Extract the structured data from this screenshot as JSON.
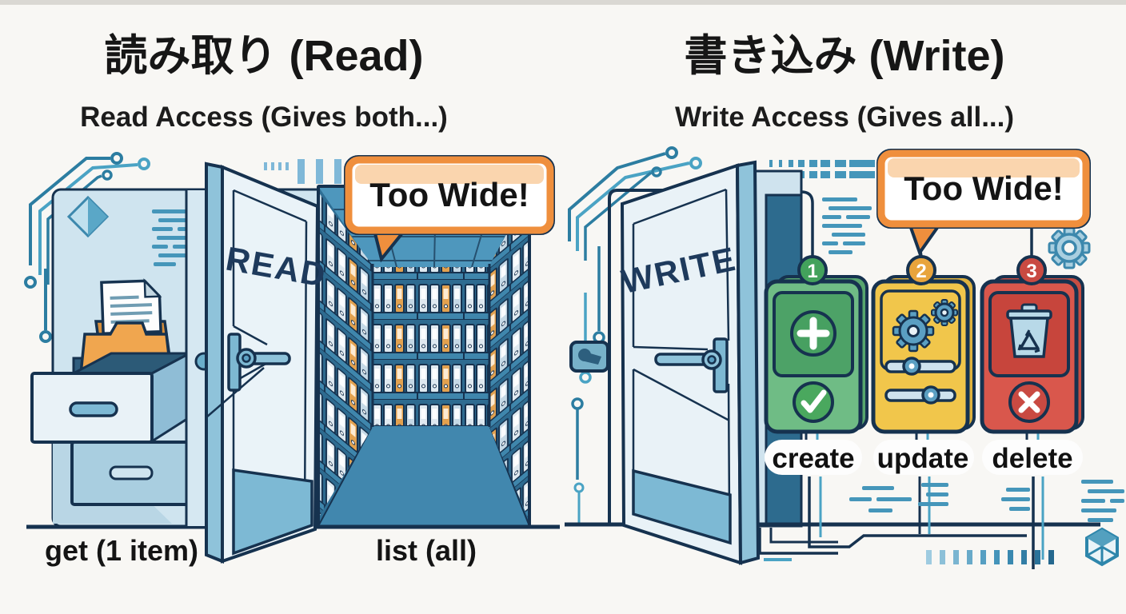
{
  "colors": {
    "background": "#f8f7f4",
    "outline_navy": "#16324f",
    "accent_orange": "#ef8f3d",
    "bubble_tint": "#f6b26b",
    "panel_blue": "#cfe4ef",
    "door_face": "#e9f2f7",
    "door_edge_teal": "#8fc3da",
    "room_blue": "#2f6f95",
    "circuit_teal": "#2c7da1",
    "dash_teal": "#4596ba",
    "folder_orange": "#f0a64f",
    "create_green": "#5fae76",
    "create_green_dark": "#4da267",
    "update_yellow": "#f1c64b",
    "delete_red": "#d9574c",
    "badge_green": "#43a25c",
    "badge_amber": "#e8a43c",
    "badge_red": "#c94a42",
    "gear_blue": "#5b9fc2",
    "icon_lightblue": "#a9cfe0"
  },
  "icons": {
    "diamond-icon": "◆",
    "gear-icon": "⚙",
    "gears-icon": "⚙⚙",
    "cube-icon": "⬡",
    "plus-icon": "+",
    "check-icon": "✓",
    "x-icon": "✕",
    "trash-recycle-icon": "🗑",
    "folder-document-icon": "📁",
    "speech-bubble-icon": "💬",
    "circuit-trace-icon": "⌁",
    "slider-icon": "⊷",
    "binder-shelves-icon": "▤"
  },
  "left": {
    "title": "読み取り (Read)",
    "subtitle": "Read Access (Gives both...)",
    "door_label": "READ",
    "callout": "Too Wide!",
    "caption_get": "get (1 item)",
    "caption_list": "list (all)"
  },
  "right": {
    "title": "書き込み (Write)",
    "subtitle": "Write Access (Gives all...)",
    "door_label": "WRITE",
    "callout": "Too Wide!",
    "badges": [
      "1",
      "2",
      "3"
    ],
    "cards": [
      {
        "label": "create",
        "color": "#5fae76"
      },
      {
        "label": "update",
        "color": "#f1c64b"
      },
      {
        "label": "delete",
        "color": "#d9574c"
      }
    ]
  }
}
